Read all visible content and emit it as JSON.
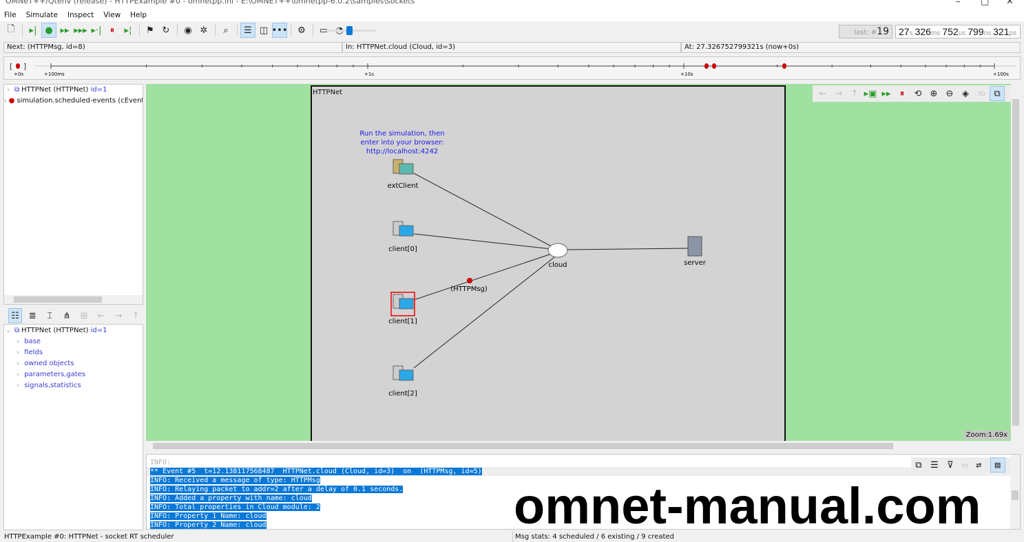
{
  "window": {
    "title": "OMNeT++/Qtenv (release) - HTTPExample #0 - omnetpp.ini - E:\\OMNET++\\omnetpp-6.0.2\\samples\\sockets"
  },
  "menu": [
    "File",
    "Simulate",
    "Inspect",
    "View",
    "Help"
  ],
  "toolbar": {
    "last_label": "last: #",
    "last_event": "19",
    "time": [
      {
        "v": "27",
        "u": "s"
      },
      {
        "v": "326",
        "u": "ms"
      },
      {
        "v": "752",
        "u": "us"
      },
      {
        "v": "799",
        "u": "ns"
      },
      {
        "v": "321",
        "u": "ps"
      }
    ]
  },
  "status": {
    "next": "Next:  (HTTPMsg, id=8)",
    "in": "In: HTTPNet.cloud (Cloud, id=3)",
    "at": "At: 27.326752799321s (now+0s)"
  },
  "timeline": {
    "labels": [
      "+0s",
      "+100ms",
      "+1s",
      "+10s",
      "+100s"
    ]
  },
  "object_tree": [
    {
      "label": "HTTPNet (HTTPNet)",
      "id": "id=1"
    },
    {
      "label": "simulation.scheduled-events (cEventH"
    }
  ],
  "inspector": {
    "root": "HTTPNet (HTTPNet)",
    "root_id": "id=1",
    "items": [
      "base",
      "fields",
      "owned objects",
      "parameters,gates",
      "signals,statistics"
    ]
  },
  "network": {
    "module_name": "HTTPNet",
    "note": [
      "Run the simulation, then",
      "enter into your browser:",
      "http://localhost:4242"
    ],
    "nodes": [
      "extClient",
      "client[0]",
      "cloud",
      "server",
      "client[1]",
      "client[2]"
    ],
    "message": "(HTTPMsg)",
    "zoom": "Zoom:1.69x"
  },
  "log": {
    "lines": [
      "INFO:",
      "** Event #5  t=12.138117568487  HTTPNet.cloud (Cloud, id=3)  on  (HTTPMsg, id=5)",
      "INFO: Received a message of type: HTTPMsg",
      "INFO: Relaying packet to addr=2 after a delay of 0.1 seconds.",
      "INFO: Added a property with name: cloud",
      "INFO: Total properties in Cloud module: 2",
      "INFO: Property 1 Name: cloud",
      "INFO: Property 2 Name: cloud"
    ]
  },
  "statusbar": {
    "left": "HTTPExample #0: HTTPNet - socket RT scheduler",
    "right": "Msg stats: 4 scheduled / 6 existing / 9 created"
  },
  "watermark": "omnet-manual.com"
}
